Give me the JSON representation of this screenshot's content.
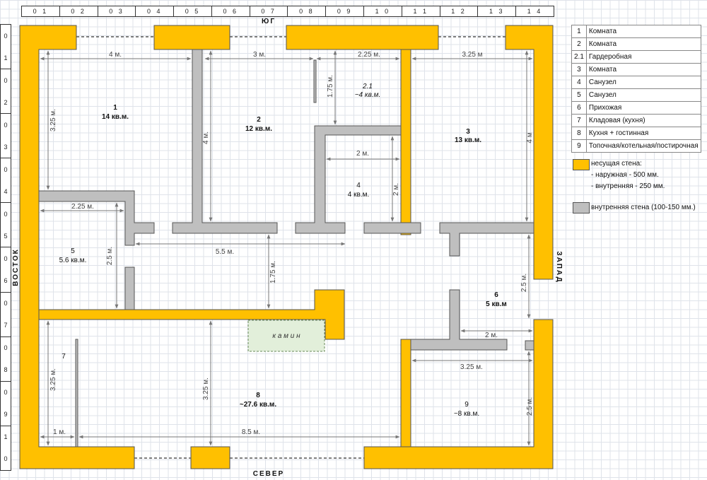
{
  "ruler_top": [
    "0 1",
    "0 2",
    "0 3",
    "0 4",
    "0 5",
    "0 6",
    "0 7",
    "0 8",
    "0 9",
    "1 0",
    "1 1",
    "1 2",
    "1 3",
    "1 4"
  ],
  "ruler_left": [
    "0 1",
    "0 2",
    "0 3",
    "0 4",
    "0 5",
    "0 6",
    "0 7",
    "0 8",
    "0 9",
    "1 0"
  ],
  "directions": {
    "south": "ЮГ",
    "north": "СЕВЕР",
    "east": "ВОСТОК",
    "west": "ЗАПАД"
  },
  "rooms": [
    {
      "num": "1",
      "area": "14 кв.м."
    },
    {
      "num": "2",
      "area": "12 кв.м."
    },
    {
      "num": "2.1",
      "area": "~4 кв.м."
    },
    {
      "num": "3",
      "area": "13 кв.м."
    },
    {
      "num": "4",
      "area": "4 кв.м."
    },
    {
      "num": "5",
      "area": "5.6 кв.м."
    },
    {
      "num": "6",
      "area": "5 кв.м"
    },
    {
      "num": "7",
      "area": ""
    },
    {
      "num": "8",
      "area": "~27.6 кв.м."
    },
    {
      "num": "9",
      "area": "~8 кв.м."
    }
  ],
  "dimensions": [
    "4 м.",
    "3 м.",
    "2.25 м.",
    "3.25 м",
    "3.25 м.",
    "4 м.",
    "4 м",
    "1.75 м.",
    "2 м.",
    "2 м.",
    "2.25 м.",
    "2.5 м.",
    "5.5 м.",
    "1.75 м.",
    "2.5 м.",
    "2 м.",
    "3.25 м.",
    "2.5 м.",
    "3.25 м.",
    "3.25 м.",
    "1 м.",
    "8.5 м."
  ],
  "fireplace_label": "к а м и н",
  "legend": [
    {
      "num": "1",
      "name": "Комната"
    },
    {
      "num": "2",
      "name": "Комната"
    },
    {
      "num": "2.1",
      "name": "Гардеробная"
    },
    {
      "num": "3",
      "name": "Комната"
    },
    {
      "num": "4",
      "name": "Санузел"
    },
    {
      "num": "5",
      "name": "Санузел"
    },
    {
      "num": "6",
      "name": "Прихожая"
    },
    {
      "num": "7",
      "name": "Кладовая (кухня)"
    },
    {
      "num": "8",
      "name": "Кухня + гостинная"
    },
    {
      "num": "9",
      "name": "Топочная/котельная/постирочная"
    }
  ],
  "key": {
    "bearing_title": "несущая стена:",
    "bearing_outer": "- наружная - 500 мм.",
    "bearing_inner": "- внутренняя - 250 мм.",
    "partition": "внутренняя стена (100-150 мм.)"
  },
  "colors": {
    "bearing": "#FFC000",
    "partition": "#BFBFBF",
    "outline": "#555555",
    "fireplace": "#E2EFDA",
    "dim": "#777777"
  }
}
